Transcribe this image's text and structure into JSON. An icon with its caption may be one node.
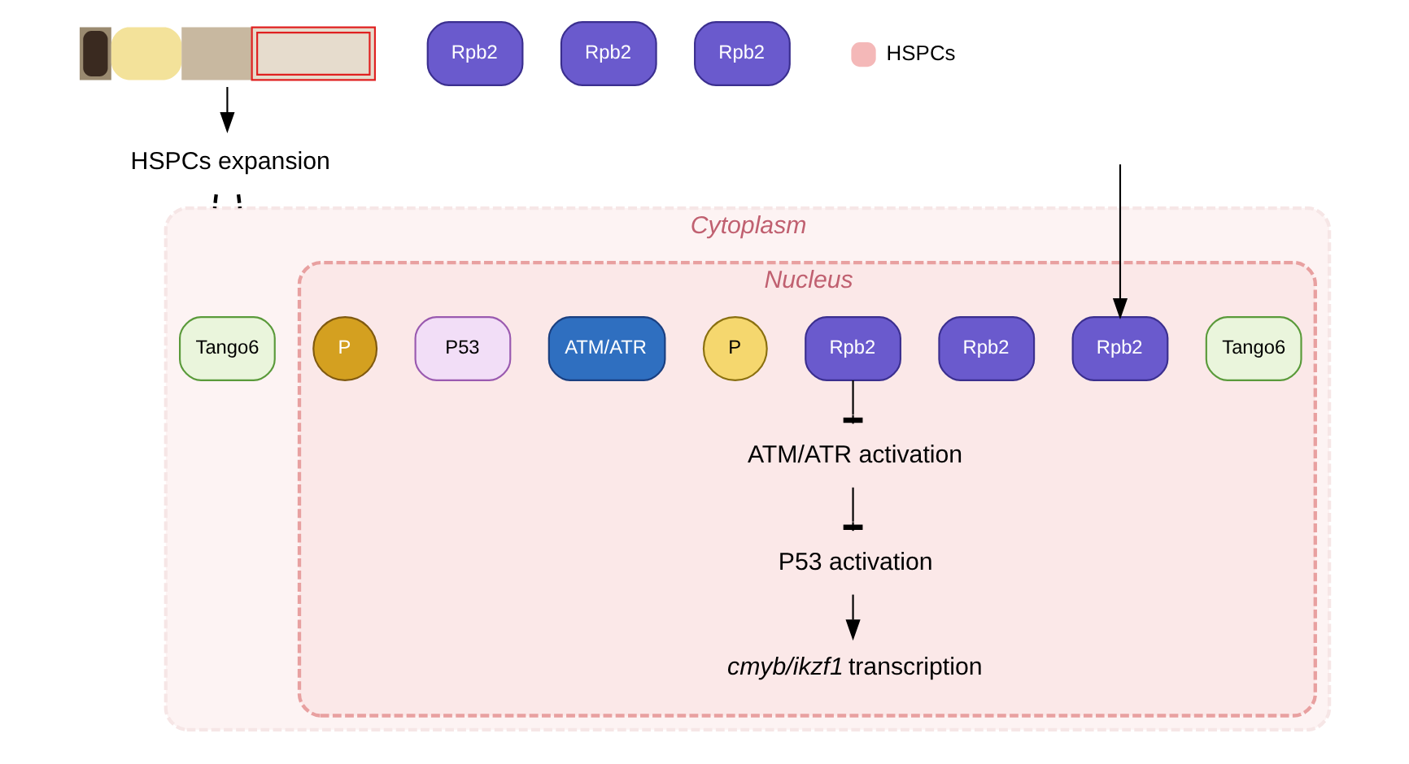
{
  "diagram": {
    "nodes": [
      {
        "text": [],
        "shape": "picture"
      },
      {
        "text": [
          "HSPCs expansion"
        ]
      },
      {
        "text": [
          "Cytoplasm"
        ]
      },
      {
        "text": [
          "Rpb2"
        ]
      },
      {
        "text": [
          "Rpb2"
        ]
      },
      {
        "text": [
          "Rpb2"
        ]
      },
      {
        "text": [
          "Tango6"
        ],
        "in": 2
      },
      {
        "text": [
          "Nucleus"
        ],
        "in": 2
      },
      {
        "text": [
          "Tango6"
        ],
        "in": 7
      },
      {
        "text": [
          "Rpb2"
        ],
        "in": 7
      },
      {
        "text": [
          "Rpb2"
        ],
        "in": 7
      },
      {
        "text": [
          "Rpb2"
        ],
        "in": 7
      },
      {
        "text": [
          "ATM/ATR activation"
        ],
        "in": 7
      },
      {
        "text": [
          "P"
        ],
        "in": 7
      },
      {
        "text": [
          "ATM/ATR"
        ],
        "in": 7
      },
      {
        "text": [
          "P53 activation"
        ],
        "in": 7
      },
      {
        "text": [
          "P53"
        ],
        "in": 7
      },
      {
        "text": [
          "P"
        ],
        "in": 7
      },
      {
        "text": [
          "*cmyb/ikzf1* transcription"
        ],
        "in": 7
      }
    ],
    "edges": [
      {
        "from": 0,
        "to": 1,
        "arrow": "to"
      },
      {
        "from": 1,
        "to": 2,
        "arrow": "none",
        "style": "dashed"
      },
      {
        "from": 1,
        "to": 2,
        "arrow": "none",
        "style": "dashed"
      },
      {
        "from": null,
        "to": 9,
        "arrow": "to"
      },
      {
        "from": 11,
        "to": 12,
        "arrow": "other"
      },
      {
        "from": 12,
        "to": 15,
        "arrow": "other"
      },
      {
        "from": 15,
        "to": 18,
        "arrow": "to"
      }
    ],
    "legend": [
      {
        "text": "HSPCs",
        "color": "#f4b8b8"
      }
    ]
  }
}
